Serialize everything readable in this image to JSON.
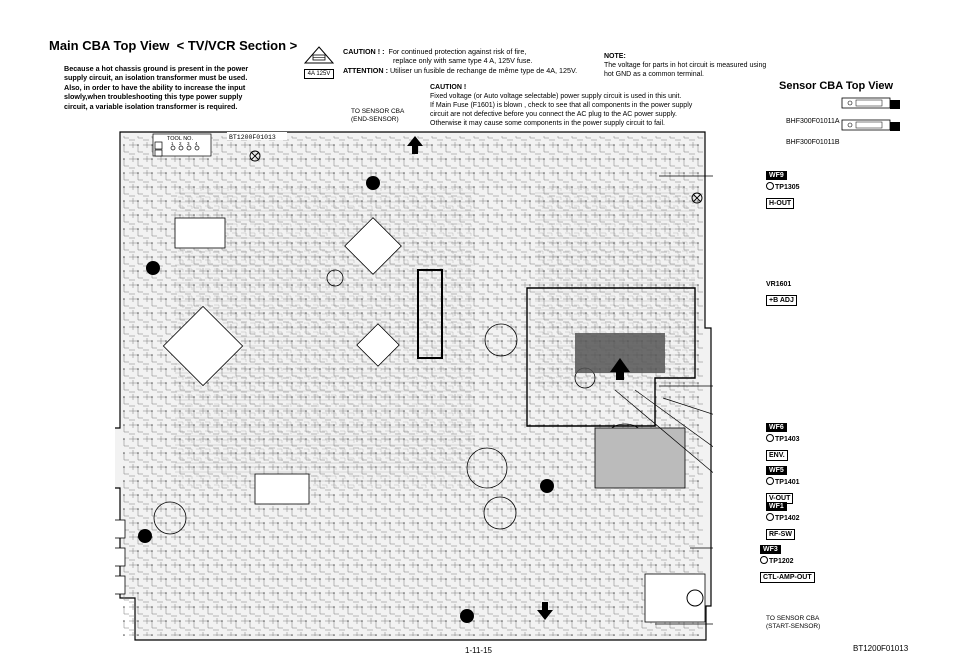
{
  "title": "Main CBA Top View",
  "section": "< TV/VCR Section >",
  "hot_chassis_note": "Because a hot chassis ground is present in the power supply circuit, an isolation transformer must be used. Also, in order to have the ability to increase the input slowly,when troubleshooting this type power supply circuit, a variable isolation transformer is required.",
  "fuse_rating": "4A 125V",
  "caution1_label": "CAUTION ! :",
  "caution1_text_a": "For continued protection against risk of fire,",
  "caution1_text_b": "replace only with same type  4 A, 125V fuse.",
  "attention_label": "ATTENTION :",
  "attention_text": "Utiliser un fusible de rechange de même type de  4A, 125V.",
  "note_label": "NOTE:",
  "note_text_a": "The voltage for parts in hot circuit is measured using",
  "note_text_b": "hot GND as a common terminal.",
  "caution2_label": "CAUTION !",
  "caution2_lines": [
    "Fixed voltage (or Auto voltage selectable) power supply circuit is used in this unit.",
    "If Main Fuse (F1601) is blown , check to see that all components in the power supply",
    "circuit are not defective before you connect the AC plug to the AC power supply.",
    "Otherwise it may cause some components in the power supply circuit to fail."
  ],
  "to_sensor_end_a": "TO SENSOR CBA",
  "to_sensor_end_b": "(END-SENSOR)",
  "to_sensor_start_a": "TO SENSOR CBA",
  "to_sensor_start_b": "(START-SENSOR)",
  "sensor_title": "Sensor CBA Top View",
  "sensor_part_a": "BHF300F01011A",
  "sensor_part_b": "BHF300F01011B",
  "board_label": "BT1200F01013",
  "board_tool_label": "TOOL NO.",
  "tool_numbers": [
    "1",
    "2",
    "3",
    "4"
  ],
  "page_number": "1-11-15",
  "doc_code": "BT1200F01013",
  "test_points": [
    {
      "wf": "WF9",
      "tp": "TP1305",
      "signal": "H-OUT"
    },
    {
      "wf": "WF6",
      "tp": "TP1403",
      "signal": "ENV."
    },
    {
      "wf": "WF5",
      "tp": "TP1401",
      "signal": "V-OUT"
    },
    {
      "wf": "WF1",
      "tp": "TP1402",
      "signal": "RF-SW"
    },
    {
      "wf": "WF3",
      "tp": "TP1202",
      "signal": "CTL-AMP-OUT"
    }
  ],
  "vr_label": "VR1601",
  "vr_signal": "+B ADJ"
}
